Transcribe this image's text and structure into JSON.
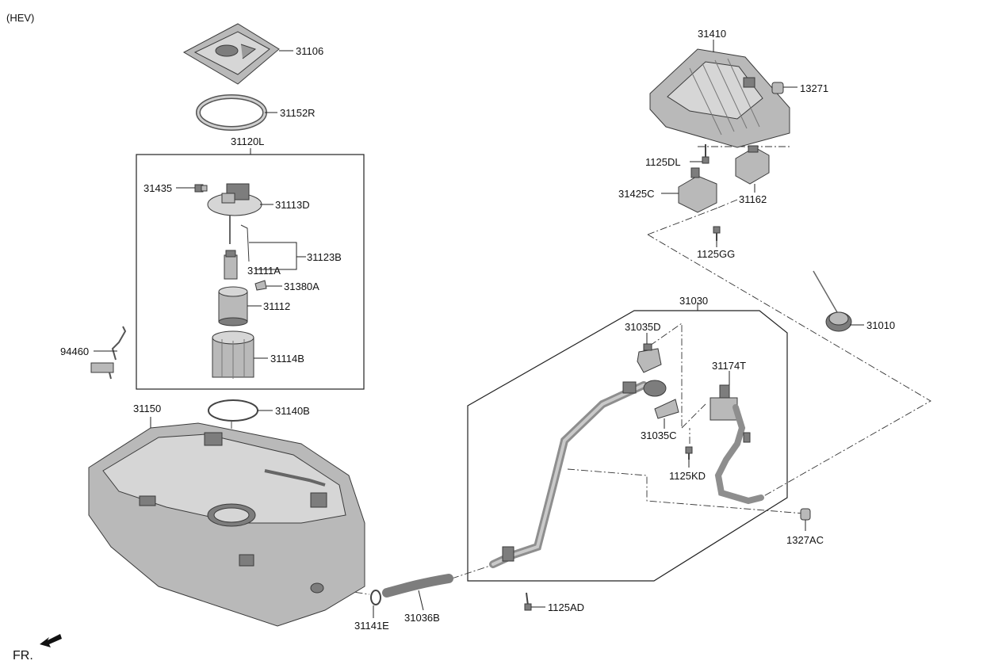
{
  "header": {
    "variant_label": "(HEV)"
  },
  "footer": {
    "front_label": "FR."
  },
  "parts": {
    "p31106": "31106",
    "p31152R": "31152R",
    "p31120L": "31120L",
    "p31435": "31435",
    "p31113D": "31113D",
    "p31123B": "31123B",
    "p31111A": "31111A",
    "p31380A": "31380A",
    "p31112": "31112",
    "p31114B": "31114B",
    "p94460": "94460",
    "p31150": "31150",
    "p31140B": "31140B",
    "p31141E": "31141E",
    "p31036B": "31036B",
    "p1125AD": "1125AD",
    "p31030": "31030",
    "p31035D": "31035D",
    "p31174T": "31174T",
    "p31035C": "31035C",
    "p1125KD": "1125KD",
    "p1327AC": "1327AC",
    "p31010": "31010",
    "p31410": "31410",
    "p13271": "13271",
    "p1125DL": "1125DL",
    "p31425C": "31425C",
    "p31162": "31162",
    "p1125GG": "1125GG"
  }
}
